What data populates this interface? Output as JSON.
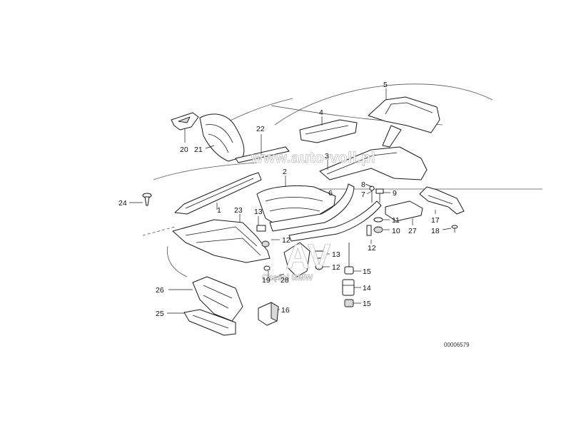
{
  "diagram": {
    "reference_number": "00006579",
    "watermarks": {
      "site": "www.auto-voll.pl",
      "logo": "AV",
      "caption": "Części BMW"
    },
    "callouts": {
      "c1": "1",
      "c2": "2",
      "c3": "3",
      "c4": "4",
      "c5": "5",
      "c6": "6",
      "c7": "7",
      "c8": "8",
      "c9": "9",
      "c10": "10",
      "c11": "11",
      "c12a": "12",
      "c12b": "12",
      "c12c": "12",
      "c13a": "13",
      "c13b": "13",
      "c14": "14",
      "c15a": "15",
      "c15b": "15",
      "c16": "16",
      "c17": "17",
      "c18": "18",
      "c19": "19",
      "c20": "20",
      "c21": "21",
      "c22": "22",
      "c23": "23",
      "c24": "24",
      "c25": "25",
      "c26": "26",
      "c27": "27",
      "c28": "28"
    }
  }
}
